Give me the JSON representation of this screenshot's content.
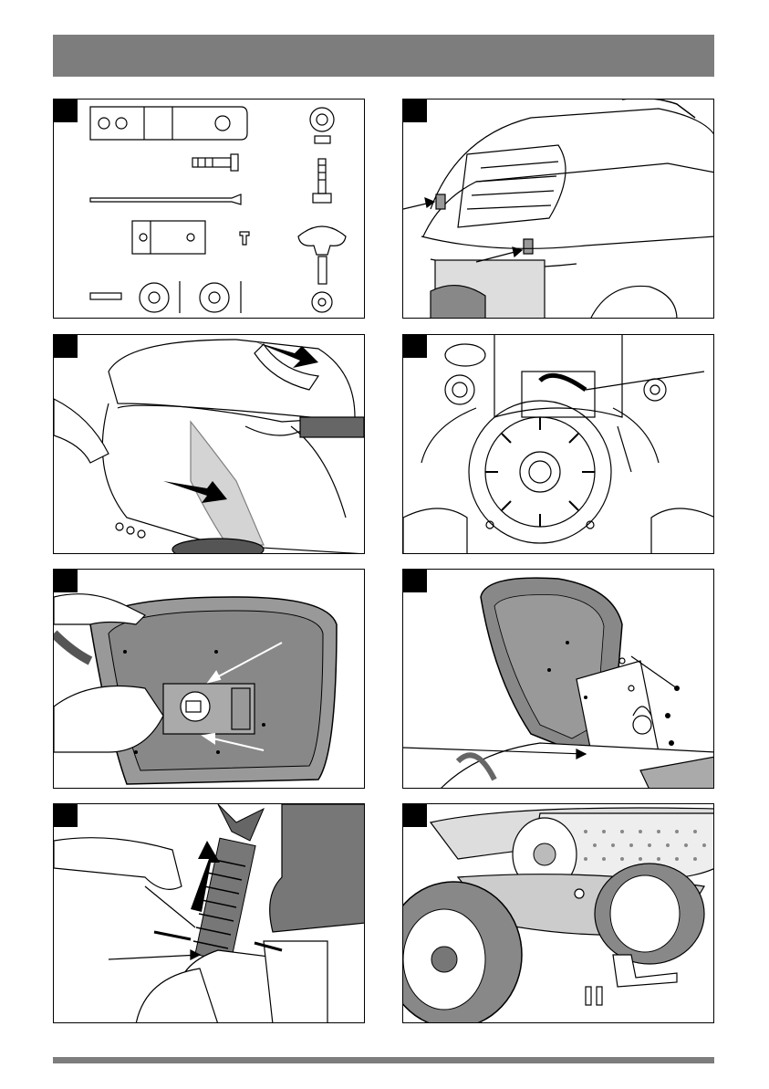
{
  "page": {
    "header_color": "#7d7d7d",
    "footer_color": "#7d7d7d"
  },
  "figures": [
    {
      "id": "parts-kit",
      "number": ""
    },
    {
      "id": "hood-clips",
      "number": ""
    },
    {
      "id": "remove-hood",
      "number": ""
    },
    {
      "id": "battery-compartment",
      "number": ""
    },
    {
      "id": "seat-switch",
      "number": ""
    },
    {
      "id": "seat-bracket",
      "number": ""
    },
    {
      "id": "steering-bellows",
      "number": ""
    },
    {
      "id": "mower-deck",
      "number": ""
    }
  ]
}
